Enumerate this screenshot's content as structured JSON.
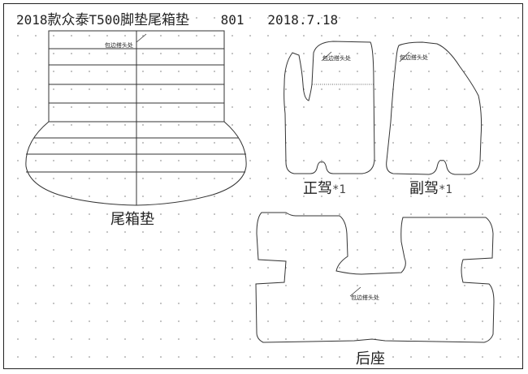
{
  "header": {
    "model_year": "2018",
    "model_name": "款众泰",
    "model_code": "T500",
    "product": "脚垫尾箱垫",
    "code": "801",
    "date": "2018.7.18"
  },
  "pieces": {
    "trunk_mat": {
      "label": "尾箱垫",
      "note": "包边搭头处"
    },
    "driver_mat": {
      "label": "正驾",
      "qty": "*1",
      "note": "包边搭头处"
    },
    "passenger_mat": {
      "label": "副驾",
      "qty": "*1",
      "note": "包边搭头处"
    },
    "rear_seat_mat": {
      "label": "后座",
      "note": "包边搭头处"
    }
  }
}
